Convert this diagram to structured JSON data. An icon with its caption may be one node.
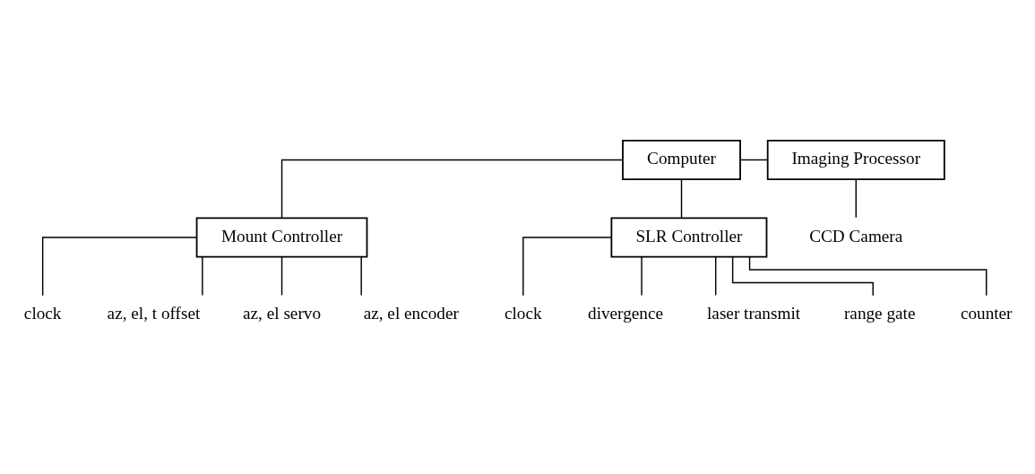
{
  "diagram": {
    "nodes": [
      {
        "text": [
          "Computer"
        ]
      },
      {
        "text": [
          "Imaging Processor"
        ]
      },
      {
        "text": [
          "CCD Camera"
        ]
      },
      {
        "text": [
          "Mount Controller"
        ]
      },
      {
        "text": [
          "SLR Controller"
        ]
      },
      {
        "text": [
          "clock"
        ]
      },
      {
        "text": [
          "az, el, t offset"
        ]
      },
      {
        "text": [
          "az, el servo"
        ]
      },
      {
        "text": [
          "az, el encoder"
        ]
      },
      {
        "text": [
          "clock"
        ]
      },
      {
        "text": [
          "divergence"
        ]
      },
      {
        "text": [
          "laser transmit"
        ]
      },
      {
        "text": [
          "range gate"
        ]
      },
      {
        "text": [
          "counter"
        ]
      }
    ],
    "edges": [
      {
        "from": 0,
        "to": 1,
        "arrow": "none"
      },
      {
        "from": 1,
        "to": 2,
        "arrow": "none"
      },
      {
        "from": 0,
        "to": 3,
        "arrow": "none"
      },
      {
        "from": 0,
        "to": 4,
        "arrow": "none"
      },
      {
        "from": 3,
        "to": 5,
        "arrow": "none"
      },
      {
        "from": 3,
        "to": 6,
        "arrow": "none"
      },
      {
        "from": 3,
        "to": 7,
        "arrow": "none"
      },
      {
        "from": 3,
        "to": 8,
        "arrow": "none"
      },
      {
        "from": 4,
        "to": 9,
        "arrow": "none"
      },
      {
        "from": 4,
        "to": 10,
        "arrow": "none"
      },
      {
        "from": 4,
        "to": 11,
        "arrow": "none"
      },
      {
        "from": 4,
        "to": 12,
        "arrow": "none"
      },
      {
        "from": 4,
        "to": 13,
        "arrow": "none"
      }
    ]
  }
}
